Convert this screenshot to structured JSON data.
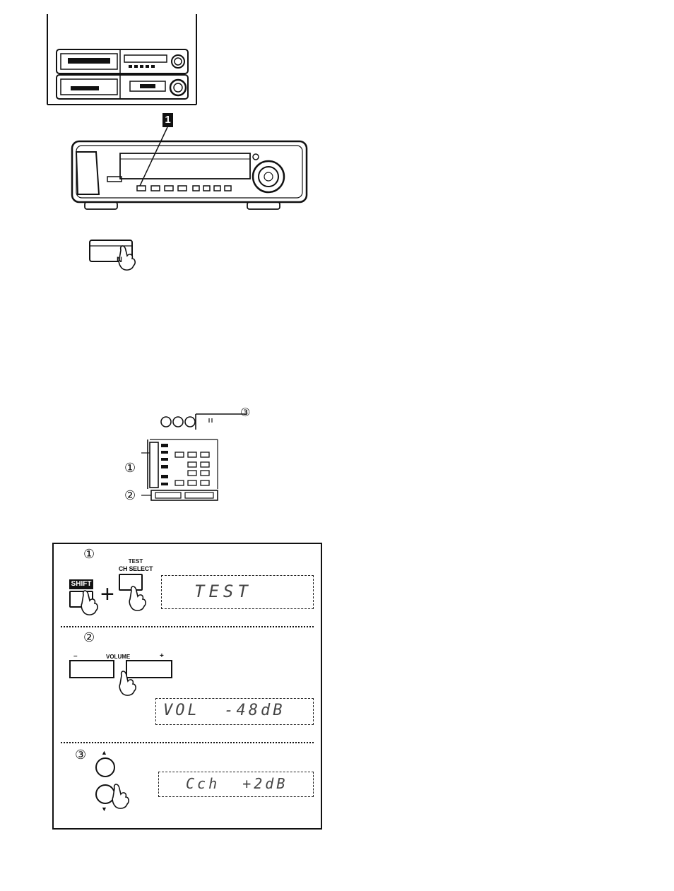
{
  "figure_top": {
    "step_badge": "1",
    "button_caption": "N"
  },
  "remote": {
    "callouts": [
      "①",
      "②",
      "③"
    ]
  },
  "panel": {
    "step1": {
      "marker": "①",
      "shift_label": "SHIFT",
      "plus": "+",
      "test_label": "TEST",
      "ch_select_label": "CH SELECT",
      "display": "TEST"
    },
    "step2": {
      "marker": "②",
      "volume_label": "VOLUME",
      "minus": "–",
      "plus": "+",
      "display": "VOL  -48dB"
    },
    "step3": {
      "marker": "③",
      "up_arrow": "▲",
      "down_arrow": "▼",
      "display": "Cch  +2dB"
    }
  }
}
